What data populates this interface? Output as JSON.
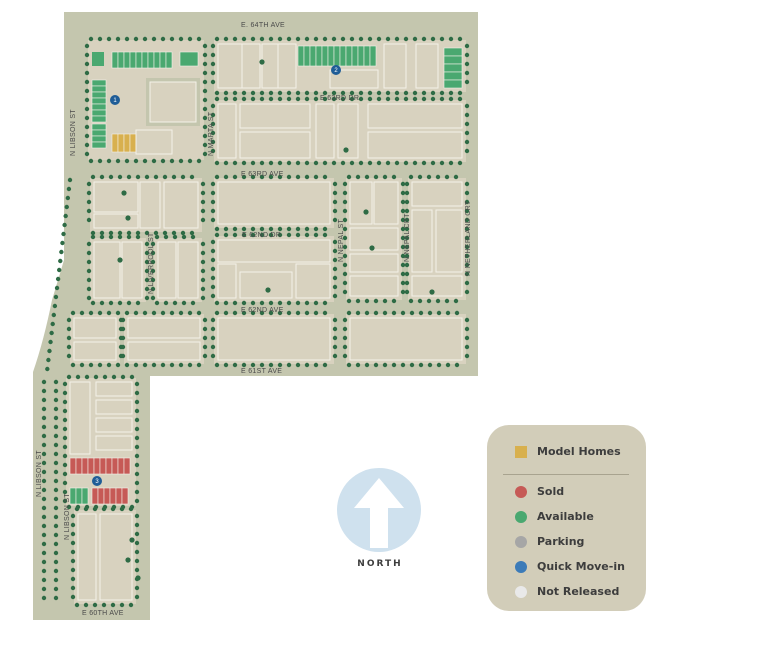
{
  "streets": {
    "e64th": "E. 64TH AVE",
    "e63rd_dr": "E 63RD DR",
    "e63rd_ave": "E 63RD AVE",
    "e62nd_dr": "E 62ND DR",
    "e62nd_ave": "E 62ND AVE",
    "e61st": "E 61ST AVE",
    "e60th": "E 60TH AVE",
    "n_libson_top": "N LIBSON ST",
    "n_libson_bottom": "N LIBSON ST",
    "n_libson_inner": "N LIBSON ST",
    "n_marta": "N MARTA ST",
    "n_liverpool": "N LIVERPOOL ST",
    "n_nepal_st": "N NEPAL ST",
    "n_nepal_crt": "N NEPAL CRT",
    "n_netherland": "N NETHERLAND CRT"
  },
  "badges": [
    "1",
    "2",
    "3"
  ],
  "north": {
    "label": "NORTH"
  },
  "legend": {
    "items": [
      {
        "label": "Model Homes",
        "color": "#d8b04e",
        "shape": "square"
      },
      {
        "label": "Sold",
        "color": "#c65a56",
        "shape": "circle"
      },
      {
        "label": "Available",
        "color": "#4aa870",
        "shape": "circle"
      },
      {
        "label": "Parking",
        "color": "#a6a6a6",
        "shape": "circle"
      },
      {
        "label": "Quick Move-in",
        "color": "#3c7bb8",
        "shape": "circle"
      },
      {
        "label": "Not Released",
        "color": "#e9e9e9",
        "shape": "circle"
      }
    ]
  },
  "colors": {
    "road": "#c4c6ae",
    "block": "#d8d2bf",
    "tree": "#2e6b45",
    "lot_outline": "#f4f1e8",
    "north_arrow": "#cfe1ee",
    "badge": "#1f5d97"
  }
}
